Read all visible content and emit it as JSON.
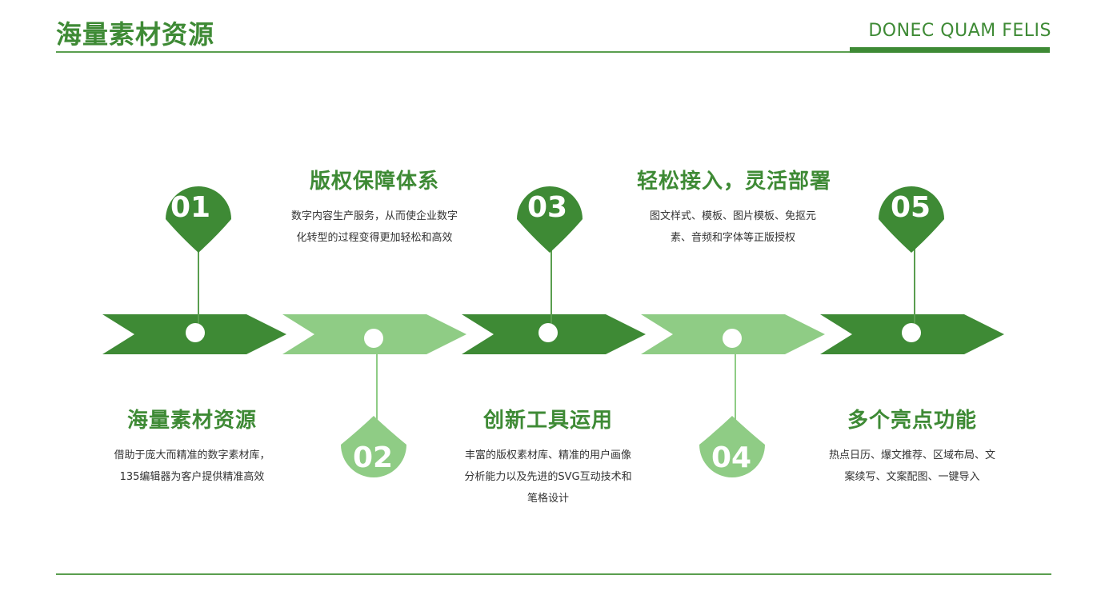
{
  "header": {
    "title": "海量素材资源",
    "brand": "DONEC QUAM FELIS"
  },
  "colors": {
    "dark": "#3e8a35",
    "light": "#8fcc85",
    "text": "#333333"
  },
  "steps": [
    {
      "number": "01",
      "heading": "海量素材资源",
      "description": "借助于庞大而精准的数字素材库，135编辑器为客户提供精准高效"
    },
    {
      "number": "02",
      "heading": "版权保障体系",
      "description": "数字内容生产服务，从而使企业数字化转型的过程变得更加轻松和高效"
    },
    {
      "number": "03",
      "heading": "创新工具运用",
      "description": "丰富的版权素材库、精准的用户画像分析能力以及先进的SVG互动技术和笔格设计"
    },
    {
      "number": "04",
      "heading": "轻松接入，灵活部署",
      "description": "图文样式、模板、图片模板、免抠元素、音频和字体等正版授权"
    },
    {
      "number": "05",
      "heading": "多个亮点功能",
      "description": "热点日历、爆文推荐、区域布局、文案续写、文案配图、一键导入"
    }
  ]
}
